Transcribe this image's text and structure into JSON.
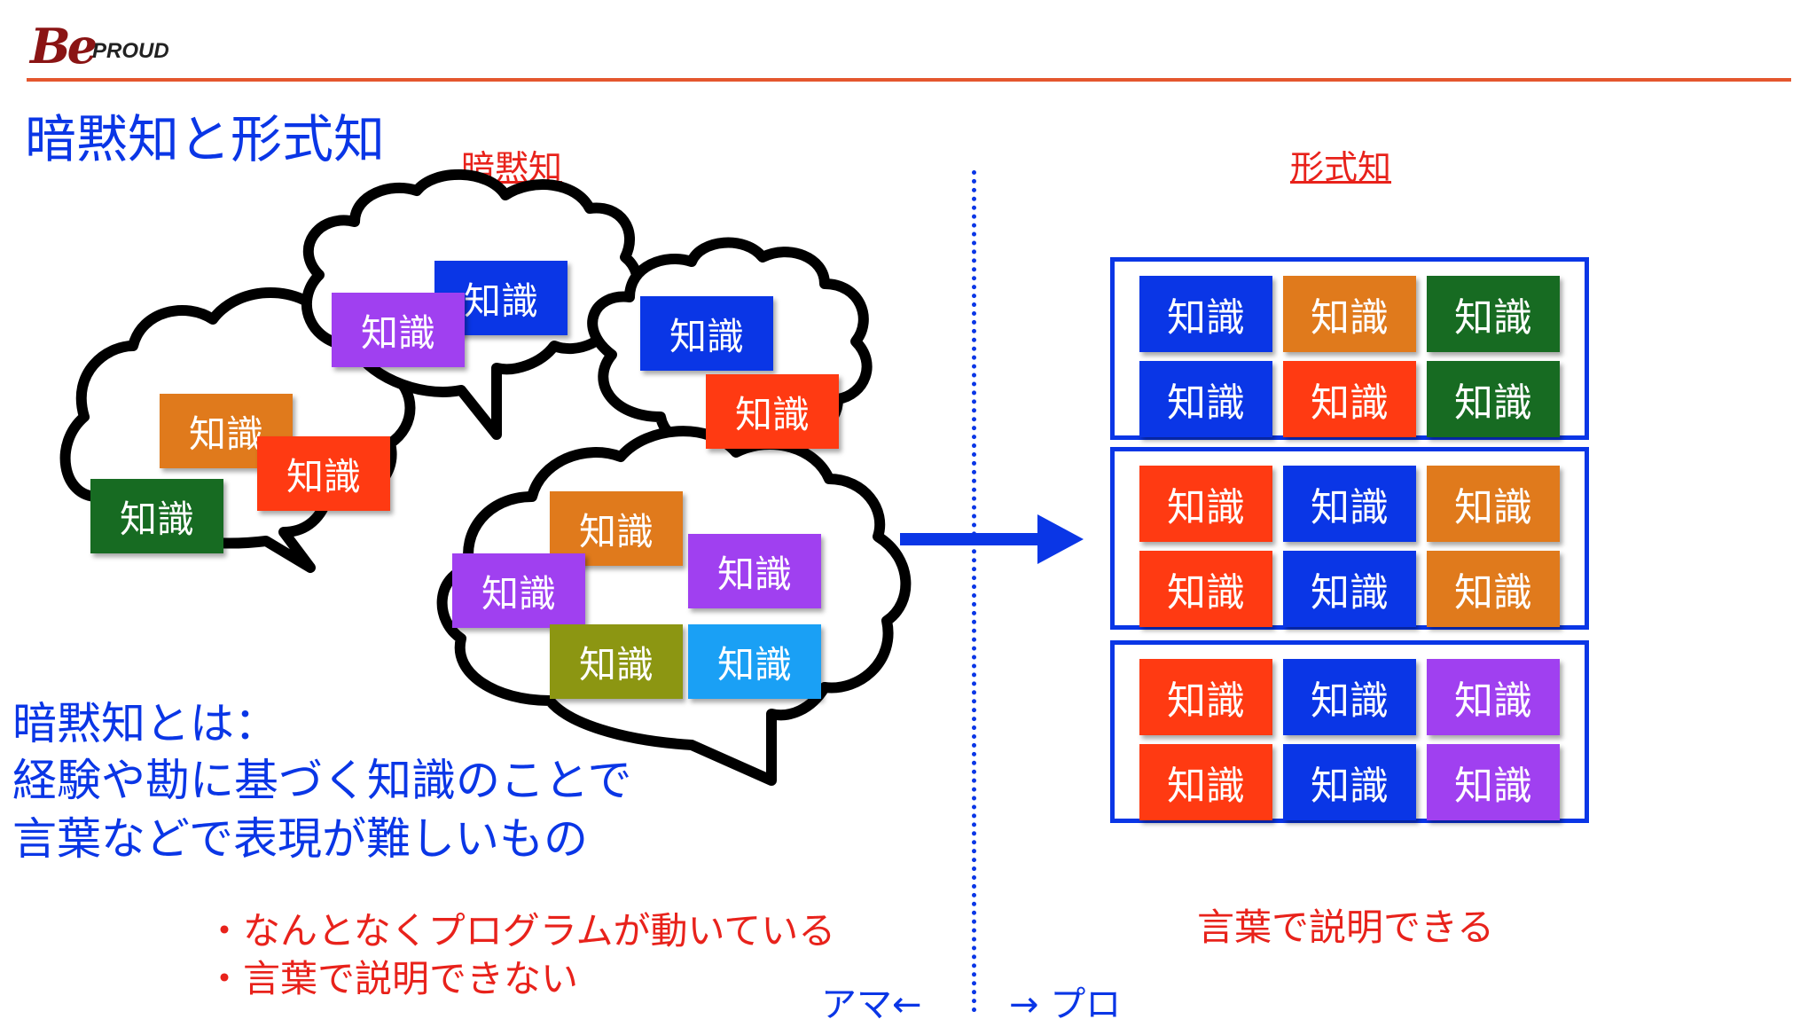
{
  "logo": {
    "initials": "Be",
    "word": "PROUD"
  },
  "title": "暗黙知と形式知",
  "sections": {
    "tacit": "暗黙知",
    "explicit": "形式知"
  },
  "chip_label": "知識",
  "colors": {
    "blue": "#0a36e6",
    "orange": "#e07a1c",
    "green": "#176b22",
    "red": "#ff3a12",
    "purple": "#a040f0",
    "olive": "#8c9612",
    "skyblue": "#1aa0f5",
    "accent_rule": "#e4572e",
    "text_red": "#e8221b"
  },
  "clouds": [
    {
      "chips": [
        "orange",
        "red",
        "green"
      ]
    },
    {
      "chips": [
        "blue",
        "purple"
      ]
    },
    {
      "chips": [
        "blue",
        "red"
      ]
    },
    {
      "chips": [
        "orange",
        "purple",
        "purple",
        "olive",
        "skyblue"
      ]
    }
  ],
  "explicit_groups": [
    {
      "rows": [
        [
          "blue",
          "orange",
          "green"
        ],
        [
          "blue",
          "red",
          "green"
        ]
      ]
    },
    {
      "rows": [
        [
          "red",
          "blue",
          "orange"
        ],
        [
          "red",
          "blue",
          "orange"
        ]
      ]
    },
    {
      "rows": [
        [
          "red",
          "blue",
          "purple"
        ],
        [
          "red",
          "blue",
          "purple"
        ]
      ]
    }
  ],
  "definition": [
    "暗黙知とは：",
    "経験や勘に基づく知識のことで",
    "言葉などで表現が難しいもの"
  ],
  "tacit_bullets": [
    "・なんとなくプログラムが動いている",
    "・言葉で説明できない"
  ],
  "explicit_caption": "言葉で説明できる",
  "scale_labels": {
    "left": "アマ←",
    "right": "→ プロ"
  }
}
